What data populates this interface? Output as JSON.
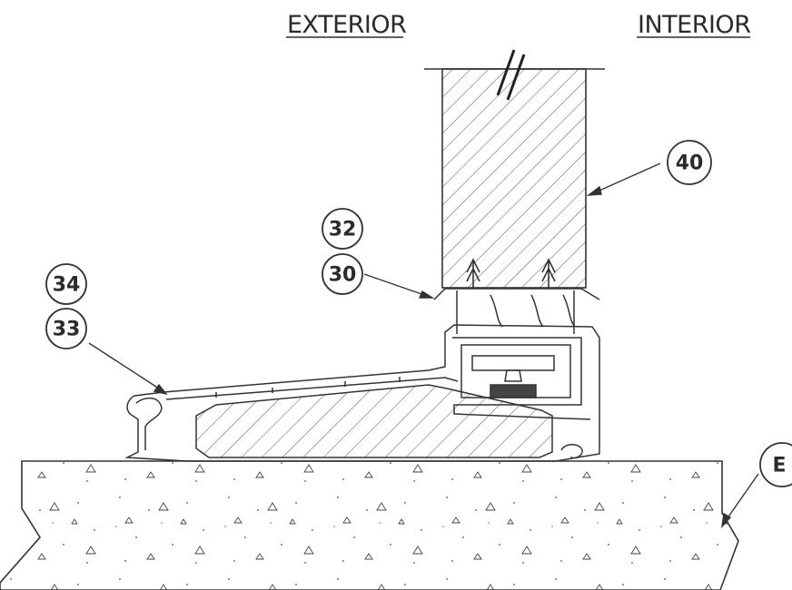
{
  "headings": {
    "exterior": "EXTERIOR",
    "interior": "INTERIOR"
  },
  "callouts": {
    "door_slab": "40",
    "seal_upper": "32",
    "seal_lower": "30",
    "threshold_upper": "34",
    "threshold_lower": "33",
    "substrate": "E"
  },
  "colors": {
    "line": "#333333",
    "background": "#ffffff"
  }
}
